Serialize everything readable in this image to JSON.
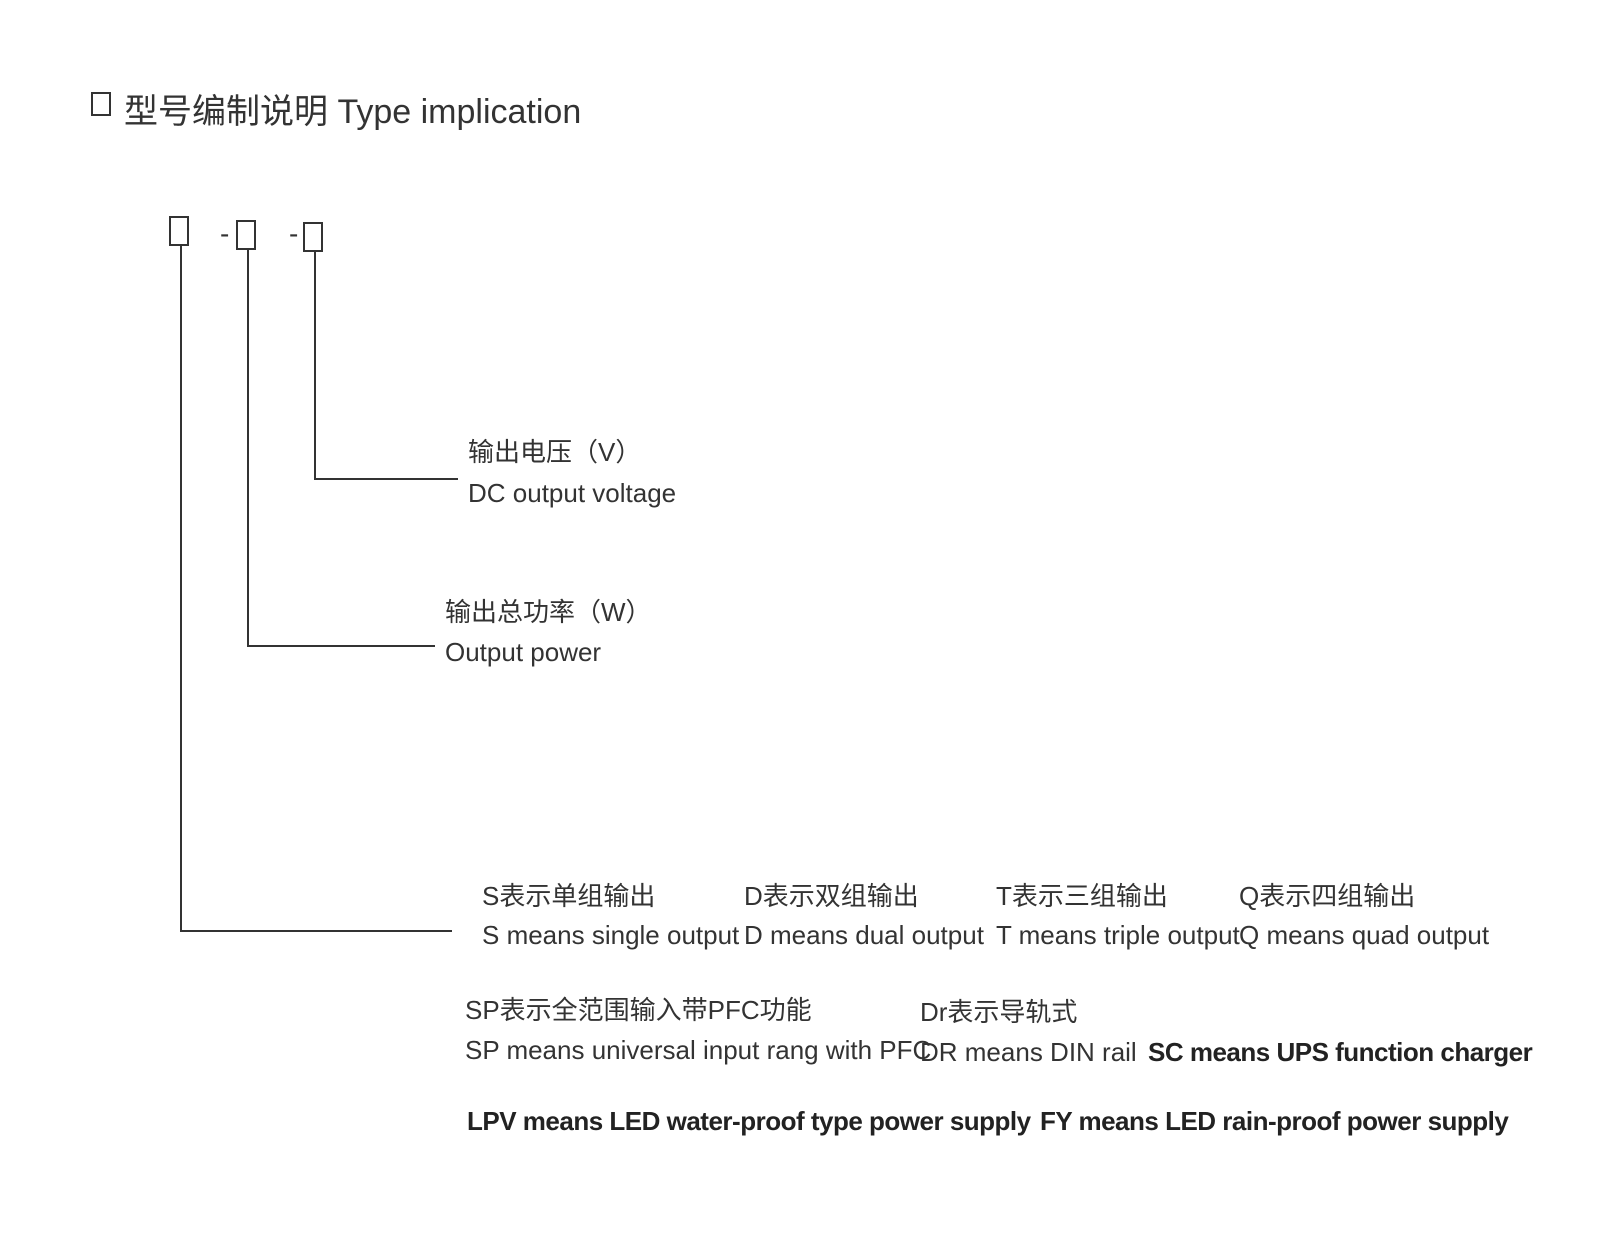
{
  "title": "型号编制说明 Type implication",
  "code": {
    "separator_1": "-",
    "separator_2": "-"
  },
  "voltage": {
    "cn": "输出电压（V）",
    "en": "DC output  voltage"
  },
  "power": {
    "cn": "输出总功率（W）",
    "en": "Output  power"
  },
  "types": [
    {
      "cn": "S表示单组输出",
      "en": "S  means single output"
    },
    {
      "cn": "D表示双组输出",
      "en": "D  means dual output"
    },
    {
      "cn": "T表示三组输出",
      "en": "T means triple output"
    },
    {
      "cn": "Q表示四组输出",
      "en": "Q means quad output"
    }
  ],
  "extra": {
    "sp_cn": "SP表示全范围输入带PFC功能",
    "sp_en": "SP means universal input rang with PFC",
    "dr_cn": "Dr表示导轨式",
    "dr_en": "DR means DIN rail",
    "sc_en": "SC means UPS function charger",
    "lpv_en": "LPV means LED water-proof type power supply",
    "fy_en": "FY means LED rain-proof power supply"
  }
}
